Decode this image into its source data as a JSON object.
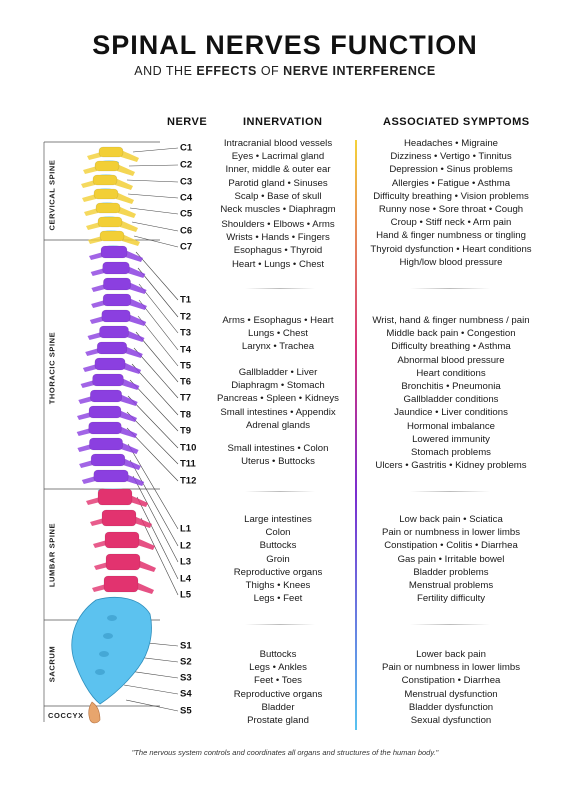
{
  "title": "SPINAL NERVES FUNCTION",
  "subtitle": {
    "part1": "AND THE ",
    "part2": "EFFECTS",
    "part3": " OF ",
    "part4": "NERVE INTERFERENCE"
  },
  "headers": {
    "nerve": "NERVE",
    "innervation": "INNERVATION",
    "symptoms": "ASSOCIATED SYMPTOMS"
  },
  "regions": {
    "cervical": "CERVICAL SPINE",
    "thoracic": "THORACIC SPINE",
    "lumbar": "LUMBAR SPINE",
    "sacrum": "SACRUM",
    "coccyx": "COCCYX"
  },
  "nerves": [
    "C1",
    "C2",
    "C3",
    "C4",
    "C5",
    "C6",
    "C7",
    "T1",
    "T2",
    "T3",
    "T4",
    "T5",
    "T6",
    "T7",
    "T8",
    "T9",
    "T10",
    "T11",
    "T12",
    "L1",
    "L2",
    "L3",
    "L4",
    "L5",
    "S1",
    "S2",
    "S3",
    "S4",
    "S5"
  ],
  "innervation_groups": [
    [
      "Intracranial blood vessels",
      "Eyes • Lacrimal gland",
      "Inner, middle & outer ear",
      "Parotid gland • Sinuses",
      "Scalp • Base of skull",
      "Neck muscles • Diaphragm"
    ],
    [
      "Shoulders • Elbows • Arms",
      "Wrists • Hands • Fingers",
      "Esophagus • Thyroid",
      "Heart • Lungs • Chest"
    ],
    [
      "Arms • Esophagus • Heart",
      "Lungs • Chest",
      "Larynx • Trachea"
    ],
    [
      "Gallbladder • Liver",
      "Diaphragm • Stomach",
      "Pancreas • Spleen • Kidneys",
      "Small intestines • Appendix",
      "Adrenal glands"
    ],
    [
      "Small intestines • Colon",
      "Uterus • Buttocks"
    ],
    [
      "Large intestines",
      "Colon",
      "Buttocks",
      "Groin",
      "Reproductive organs",
      "Thighs • Knees",
      "Legs • Feet"
    ],
    [
      "Buttocks",
      "Legs • Ankles",
      "Feet • Toes",
      "Reproductive organs",
      "Bladder",
      "Prostate gland"
    ]
  ],
  "symptom_groups": [
    [
      "Headaches • Migraine",
      "Dizziness • Vertigo • Tinnitus",
      "Depression • Sinus problems",
      "Allergies • Fatigue • Asthma",
      "Difficulty breathing • Vision problems",
      "Runny nose • Sore throat • Cough",
      "Croup • Stiff neck • Arm pain",
      "Hand & finger numbness or tingling",
      "Thyroid dysfunction • Heart conditions",
      "High/low blood pressure"
    ],
    [
      "Wrist, hand & finger numbness / pain",
      "Middle back pain • Congestion",
      "Difficulty breathing • Asthma",
      "Abnormal blood pressure",
      "Heart conditions",
      "Bronchitis • Pneumonia",
      "Gallbladder conditions",
      "Jaundice • Liver conditions",
      "Hormonal imbalance",
      "Lowered immunity",
      "Stomach problems",
      "Ulcers • Gastritis • Kidney problems"
    ],
    [
      "Low back pain • Sciatica",
      "Pain or numbness in lower limbs",
      "Constipation • Colitis • Diarrhea",
      "Gas pain • Irritable bowel",
      "Bladder problems",
      "Menstrual problems",
      "Fertility difficulty"
    ],
    [
      "Lower back pain",
      "Pain or numbness in lower limbs",
      "Constipation • Diarrhea",
      "Menstrual dysfunction",
      "Bladder dysfunction",
      "Sexual dysfunction"
    ]
  ],
  "footer": "\"The nervous system controls and coordinates all organs and structures of the human body.\"",
  "colors": {
    "cervical": "#f2cf36",
    "thoracic": "#8b3fe0",
    "lumbar": "#e2336f",
    "sacrum": "#5cc2ef",
    "coccyx": "#e7a56d",
    "disc": "#7fd3ef"
  }
}
